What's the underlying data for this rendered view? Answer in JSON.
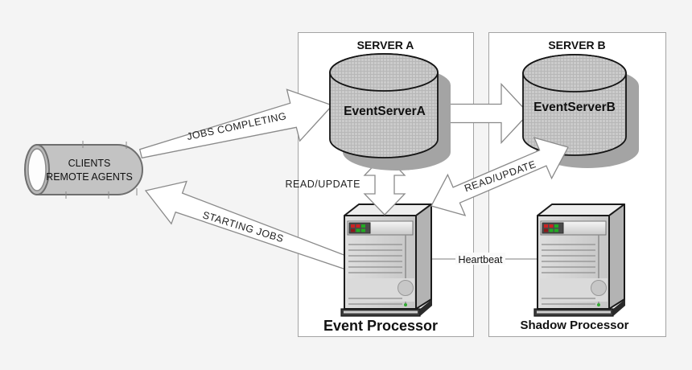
{
  "clients": {
    "line1": "CLIENTS",
    "line2": "REMOTE AGENTS"
  },
  "server_a": {
    "title": "SERVER A",
    "database": "EventServerA",
    "processor": "Event Processor"
  },
  "server_b": {
    "title": "SERVER B",
    "database": "EventServerB",
    "processor": "Shadow Processor"
  },
  "labels": {
    "jobs_completing": "JOBS COMPLETING",
    "starting_jobs": "STARTING JOBS",
    "read_update_a": "READ/UPDATE",
    "read_update_b": "READ/UPDATE",
    "heartbeat": "Heartbeat"
  },
  "colors": {
    "background": "#f4f4f4",
    "box_fill": "#ffffff",
    "box_border": "#a3a3a3",
    "cylinder_fill": "#cbcbcb",
    "cylinder_shadow": "#a4a4a4",
    "arrow_fill": "#ffffff",
    "arrow_stroke": "#8a8a8a",
    "tower_front": "#d2d2d2",
    "led_red": "#cc2222",
    "led_green": "#22aa22"
  }
}
